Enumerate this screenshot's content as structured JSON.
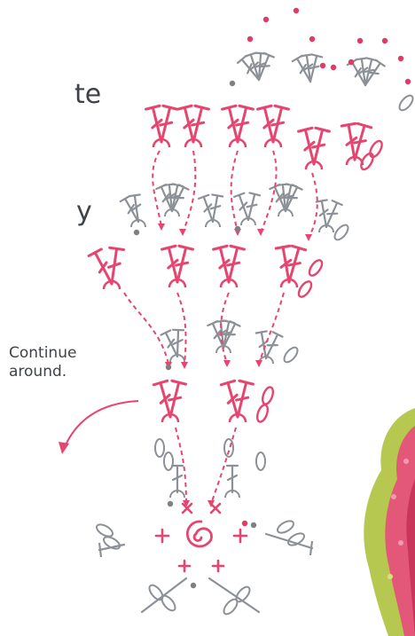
{
  "text_fragments": {
    "line1": "te",
    "line2": "y"
  },
  "annotation": {
    "line1": "Continue",
    "line2": "around."
  },
  "colors": {
    "text": "#3f4347",
    "pink_stitch": "#e5456f",
    "gray_stitch": "#8c9197",
    "dot_pink": "#e23a62",
    "dot_gray": "#7d8186",
    "photo_pink": "#e35778",
    "photo_green": "#b6c84f"
  },
  "icons": [
    "curved-arrow-icon",
    "magic-ring-icon"
  ]
}
